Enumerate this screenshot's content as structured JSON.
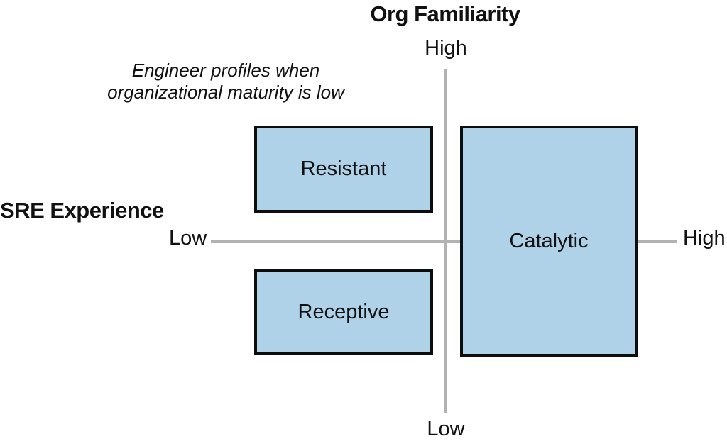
{
  "diagram": {
    "vertical_axis": {
      "title": "Org Familiarity",
      "high_label": "High",
      "low_label": "Low"
    },
    "horizontal_axis": {
      "title": "SRE Experience",
      "low_label": "Low",
      "high_label": "High"
    },
    "annotation": {
      "line1": "Engineer profiles when",
      "line2": "organizational maturity is low"
    },
    "boxes": {
      "resistant": "Resistant",
      "receptive": "Receptive",
      "catalytic": "Catalytic"
    }
  },
  "colors": {
    "box_fill": "#b0d2e8",
    "box_border": "#0d0d0d",
    "axis_line": "#b2b2b2",
    "text": "#111111",
    "background": "#ffffff"
  }
}
